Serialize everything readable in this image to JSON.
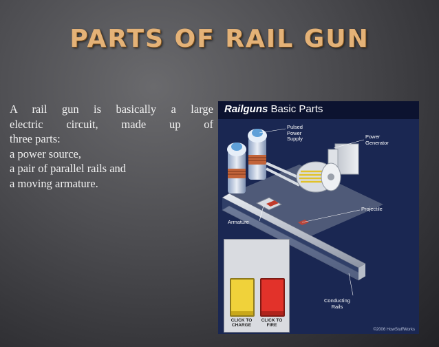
{
  "slide": {
    "title": "PARTS OF RAIL GUN",
    "paragraph_lines": [
      "A rail gun is basically a large",
      "electric circuit, made up of",
      "three parts:",
      "a power source,",
      "a pair of parallel rails and",
      "a moving armature."
    ]
  },
  "figure": {
    "title_italic": "Railguns",
    "title_rest": " Basic Parts",
    "labels": {
      "pulsed_power_supply": [
        "Pulsed",
        "Power",
        "Supply"
      ],
      "power_generator": [
        "Power",
        "Generator"
      ],
      "projectile": "Projectile",
      "armature": "Armature",
      "conducting_rails": [
        "Conducting",
        "Rails"
      ]
    },
    "controls": {
      "charge": [
        "CLICK TO",
        "CHARGE"
      ],
      "fire": [
        "CLICK TO",
        "FIRE"
      ]
    },
    "copyright": "©2006 HowStuffWorks",
    "colors": {
      "background": "#1a2752",
      "banner": "#0c1330",
      "charge_button": "#f0d23a",
      "fire_button": "#e2322a",
      "rail": "#c9ced8",
      "capacitor_coil": "#c2643a"
    }
  }
}
